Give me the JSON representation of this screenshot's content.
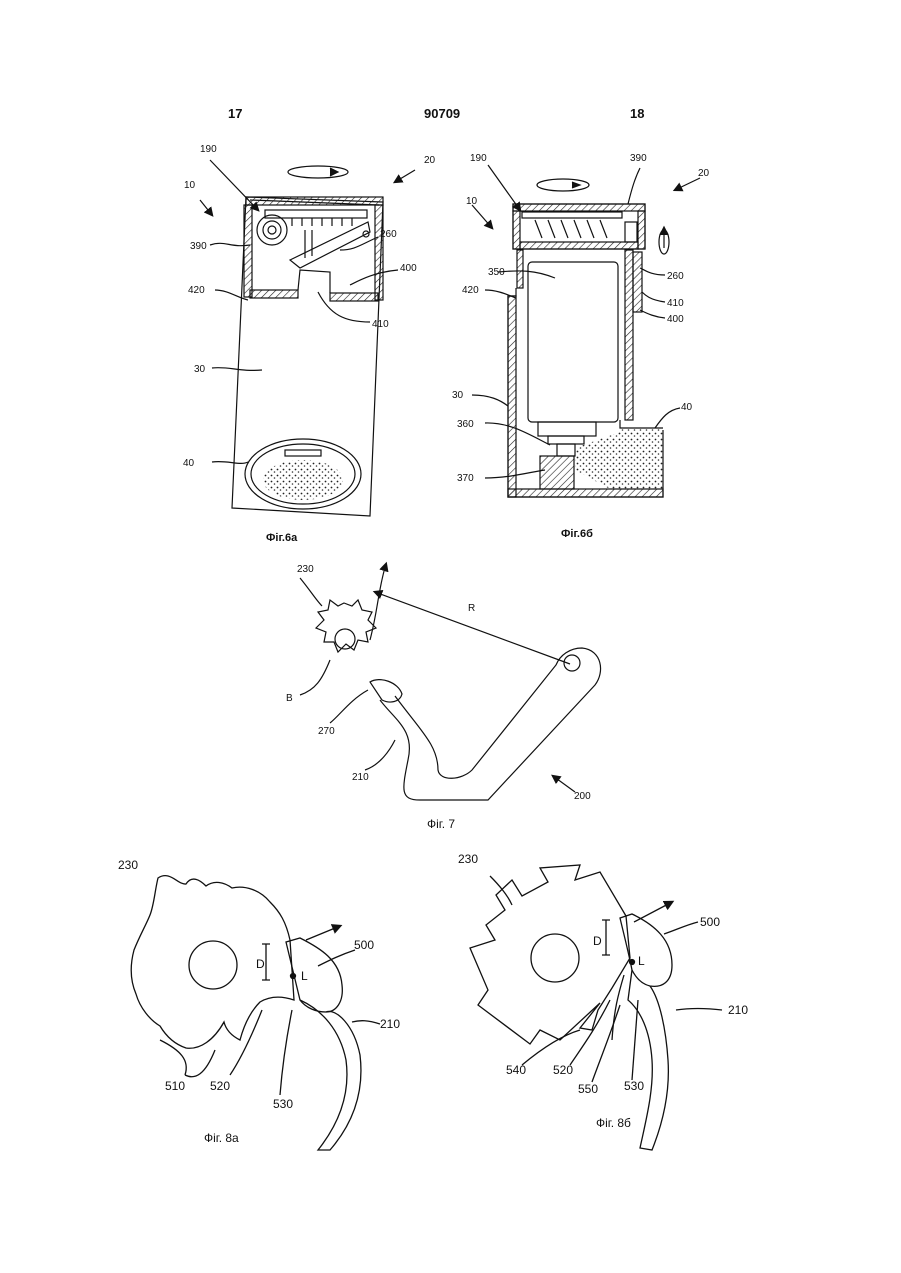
{
  "header": {
    "left_page": "17",
    "center_number": "90709",
    "right_page": "18"
  },
  "fig6a": {
    "caption": "Фіг.6а",
    "labels": [
      "190",
      "20",
      "10",
      "390",
      "260",
      "400",
      "420",
      "410",
      "30",
      "40"
    ]
  },
  "fig6b": {
    "caption": "Фіг.6б",
    "labels": [
      "190",
      "390",
      "20",
      "10",
      "260",
      "350",
      "410",
      "420",
      "400",
      "30",
      "40",
      "360",
      "370"
    ]
  },
  "fig7": {
    "caption": "Фіг. 7",
    "labels": [
      "230",
      "R",
      "B",
      "270",
      "210",
      "200"
    ]
  },
  "fig8a": {
    "caption": "Фіг. 8а",
    "labels": [
      "230",
      "500",
      "D",
      "L",
      "210",
      "510",
      "520",
      "530"
    ]
  },
  "fig8b": {
    "caption": "Фіг. 8б",
    "labels": [
      "230",
      "500",
      "D",
      "L",
      "210",
      "540",
      "520",
      "550",
      "530"
    ]
  }
}
